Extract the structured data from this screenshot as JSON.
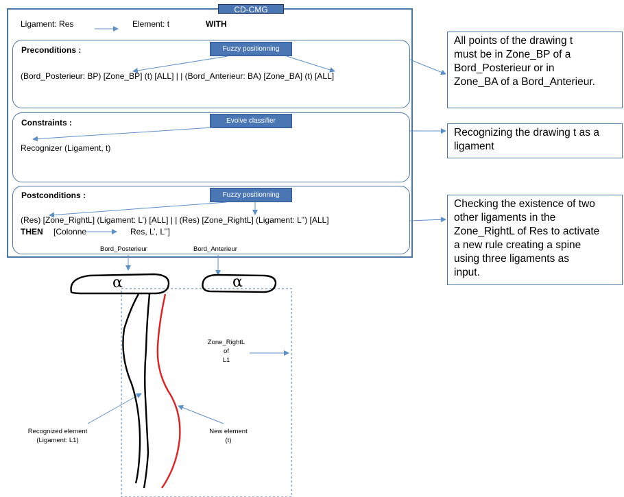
{
  "rule": {
    "title": "CD-CMG",
    "header_left": "Ligament: Res",
    "header_mid": "Element: t",
    "header_with": "WITH"
  },
  "preconditions": {
    "label": "Preconditions :",
    "tag": "Fuzzy positionning",
    "expression": "(Bord_Posterieur: BP) [Zone_BP] (t) [ALL] | | (Bord_Anterieur: BA) [Zone_BA] (t) [ALL]"
  },
  "constraints": {
    "label": "Constraints :",
    "tag": "Evolve classifier",
    "expression": "Recognizer (Ligament, t)"
  },
  "postconditions": {
    "label": "Postconditions :",
    "tag": "Fuzzy positionning",
    "expression": "(Res) [Zone_RightL] (Ligament: L’) [ALL] | | (Res) [Zone_RightL] (Ligament: L’’) [ALL]",
    "then_keyword": "THEN",
    "then_target": "[Colonne",
    "then_result": "Res, L’, L’’]"
  },
  "notes": {
    "pre": [
      "All points of the drawing t",
      "must be in Zone_BP of a",
      "Bord_Posterieur or in",
      "Zone_BA of a Bord_Anterieur."
    ],
    "con": [
      "Recognizing the drawing t as a",
      "ligament"
    ],
    "post": [
      "Checking the existence of two",
      "other ligaments in the",
      "Zone_RightL of Res to activate",
      "a new rule creating a spine",
      "using three ligaments as",
      "input."
    ]
  },
  "drawing": {
    "bord_posterieur": "Bord_Posterieur",
    "bord_anterieur": "Bord_Anterieur",
    "alpha_symbol": "α",
    "zone_label": [
      "Zone_RightL",
      "of",
      "L1"
    ],
    "recognized": [
      "Recognized element",
      "(Ligament: L1)"
    ],
    "new_element": [
      "New element",
      "(t)"
    ]
  },
  "colors": {
    "frame": "#4a77a6",
    "tag_fill": "#4a77b4",
    "arrow": "#5b8fc9",
    "new_stroke": "#e02020",
    "old_stroke": "#000000"
  }
}
